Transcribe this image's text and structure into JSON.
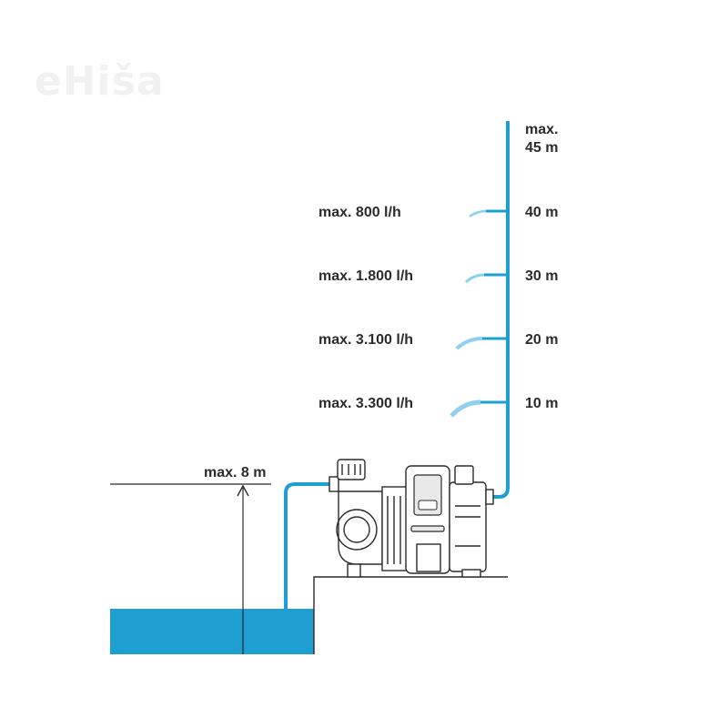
{
  "watermark": "eHiša",
  "colors": {
    "water": "#1f9ed1",
    "pipe": "#1f9ed1",
    "line": "#2b2b2b"
  },
  "head_top_label": [
    "max.",
    "45 m"
  ],
  "suction_label": "max. 8 m",
  "outlets": [
    {
      "flow": "max. 800 l/h",
      "height": "40 m"
    },
    {
      "flow": "max. 1.800 l/h",
      "height": "30 m"
    },
    {
      "flow": "max. 3.100 l/h",
      "height": "20 m"
    },
    {
      "flow": "max. 3.300 l/h",
      "height": "10 m"
    }
  ]
}
